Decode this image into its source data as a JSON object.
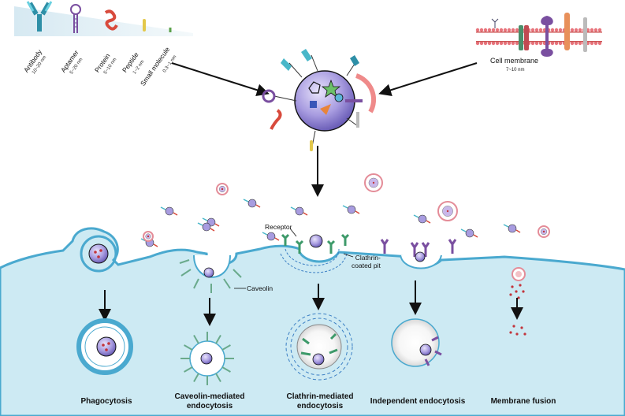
{
  "ligands": [
    {
      "name": "Antibody",
      "size": "10~20 nm"
    },
    {
      "name": "Aptamer",
      "size": "5~20 nm"
    },
    {
      "name": "Protein",
      "size": "5~10 nm"
    },
    {
      "name": "Peptide",
      "size": "1~2 nm"
    },
    {
      "name": "Small molecule",
      "size": "0.3~1 nm"
    }
  ],
  "membrane": {
    "name": "Cell membrane",
    "size": "7~10 nm"
  },
  "labels": {
    "receptor": "Receptor",
    "caveolin": "Caveolin",
    "clathrin_pit": "Clathrin-\ncoated pit"
  },
  "pathways": [
    {
      "line1": "Phagocytosis",
      "line2": ""
    },
    {
      "line1": "Caveolin-mediated",
      "line2": "endocytosis"
    },
    {
      "line1": "Clathrin-mediated",
      "line2": "endocytosis"
    },
    {
      "line1": "Independent endocytosis",
      "line2": ""
    },
    {
      "line1": "Membrane fusion",
      "line2": ""
    }
  ],
  "colors": {
    "cytoplasm": "#cdeaf3",
    "membrane": "#4aa9cf",
    "nanoparticle": "#9b8fd6",
    "vesicle": "#e9a0a8",
    "antibody": "#49b7c9",
    "aptamer": "#7a4fa0",
    "protein": "#d84a3c",
    "peptide": "#e3c84a",
    "clathrin": "#3b7fc4",
    "caveolin": "#6aaa8c",
    "receptor": "#3e9a6a"
  }
}
